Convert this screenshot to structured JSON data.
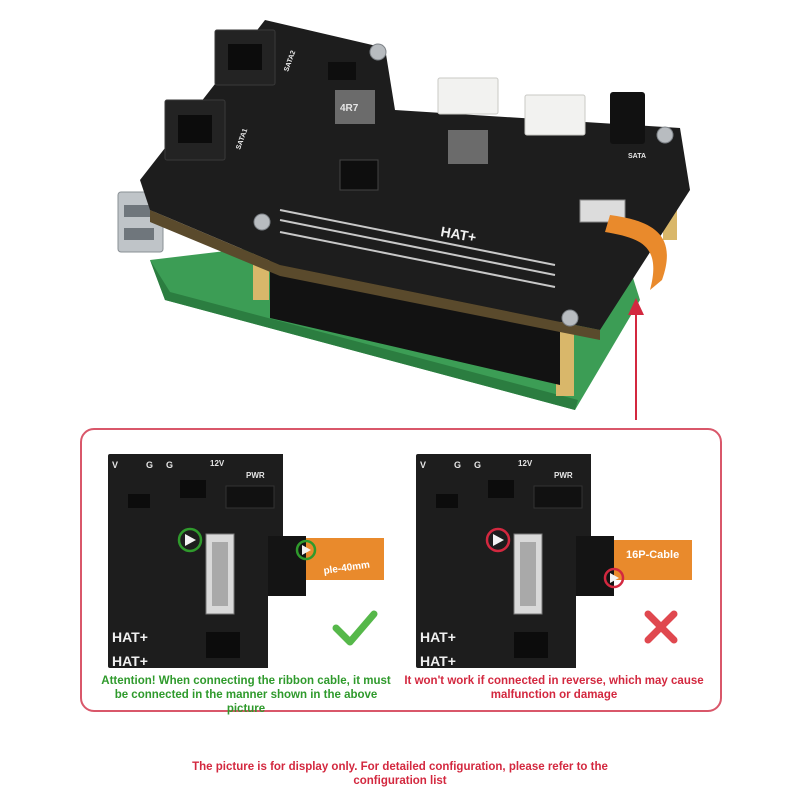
{
  "board": {
    "hat_label": "HAT+",
    "chip_r": "4R7",
    "port_label_sata2": "SATA2",
    "port_label_sata1": "SATA1",
    "port_label_sata": "SATA"
  },
  "comparison": {
    "correct": {
      "board_labels": {
        "v": "V",
        "g1": "G",
        "g2": "G",
        "v12": "12V",
        "pwr": "PWR",
        "hat1": "HAT+",
        "hat2": "HAT+"
      },
      "cable_text": "ple-40mm",
      "caption_line1": "Attention! When connecting the ribbon cable, it must",
      "caption_line2": "be connected in the manner shown in the above picture"
    },
    "wrong": {
      "board_labels": {
        "v": "V",
        "g1": "G",
        "g2": "G",
        "v12": "12V",
        "pwr": "PWR",
        "hat1": "HAT+",
        "hat2": "HAT+"
      },
      "cable_text": "16P-Cable",
      "caption_line1": "It won't work if connected in reverse, which may cause",
      "caption_line2": "malfunction or damage"
    }
  },
  "footer": {
    "line1": "The picture is for display only. For detailed configuration, please refer to the",
    "line2": "configuration list"
  },
  "colors": {
    "accent_red": "#d3283f",
    "ok_green": "#2f9a2c",
    "pcb_black": "#1d1d1d",
    "cable_orange": "#e98a2c"
  }
}
